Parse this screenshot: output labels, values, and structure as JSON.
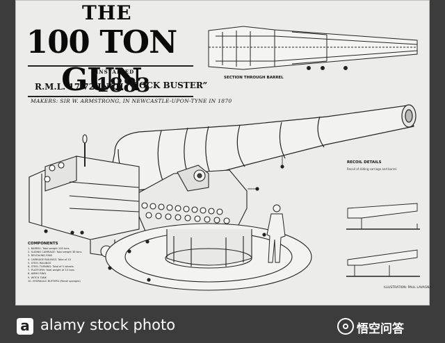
{
  "poster": {
    "title_line1": "THE",
    "title_line2": "100 TON GUN",
    "installed_label": "INSTALLED",
    "rml": "R.M.L. 17.72 INCH",
    "year": "1883",
    "nickname": "“ROCK BUSTER”",
    "makers": "MAKERS: SIR W. ARMSTRONG, IN NEWCASTLE-UPON-TYNE IN 1870",
    "section_heading": "SECTION THROUGH BARREL",
    "recoil_heading": "RECOIL DETAILS",
    "recoil_subheading": "Recoil of sliding carriage and barrel.",
    "components_heading": "COMPONENTS",
    "components": [
      "1. BARREL: Total weight 100 tons",
      "2. SLIDING CARRIAGE: Total weight 38 tons",
      "3. REVOLVING RING",
      "4. CARRIAGE RAILINGS: Total of 10",
      "5. STEEL RAILINGS",
      "6. STEEL TURNING: Total of 5 wheels",
      "7. PLATFORM: Total weight of 13 tons",
      "8. AMMO RING",
      "9. WITCH TANK",
      "10. HYDRAULIC BUFFERS (Recoil sponges)"
    ],
    "illustration_credit": "ILLUSTRATION: PAUL LAVAGNA"
  },
  "footer": {
    "logo_letter": "a",
    "stock_text": "alamy stock photo",
    "watermark_text": "悟空问答"
  }
}
